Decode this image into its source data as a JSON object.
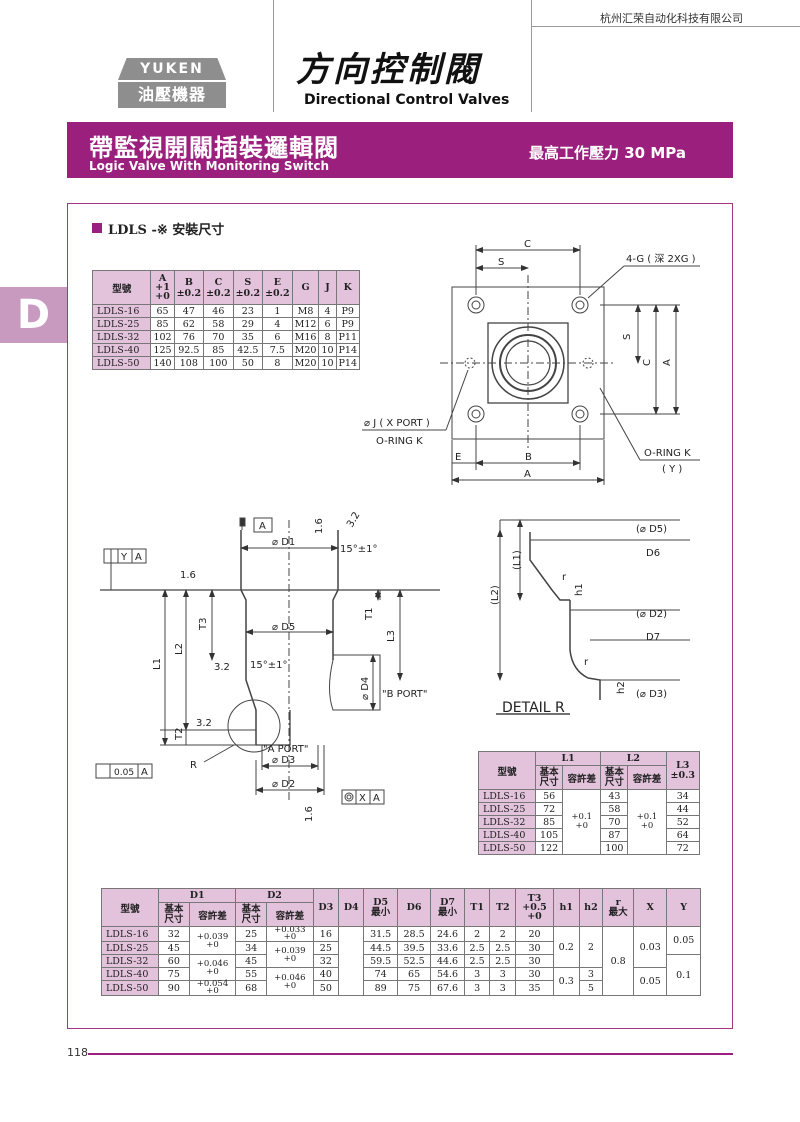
{
  "header": {
    "company": "杭州汇荣自动化科技有限公司",
    "logo_top": "YUKEN",
    "logo_bottom": "油壓機器",
    "title_cn": "方向控制閥",
    "title_en": "Directional Control Valves"
  },
  "banner": {
    "title_cn": "帶監視開關插裝邏輯閥",
    "title_en": "Logic Valve With Monitoring Switch",
    "pressure": "最高工作壓力  30 MPa"
  },
  "side_tab": "D",
  "section": {
    "title": "LDLS -※  安裝尺寸"
  },
  "table1": {
    "headers": [
      "型號",
      "A\n+1\n+0",
      "B\n±0.2",
      "C\n±0.2",
      "S\n±0.2",
      "E\n±0.2",
      "G",
      "J",
      "K"
    ],
    "rows": [
      [
        "LDLS-16",
        "65",
        "47",
        "46",
        "23",
        "1",
        "M8",
        "4",
        "P9"
      ],
      [
        "LDLS-25",
        "85",
        "62",
        "58",
        "29",
        "4",
        "M12",
        "6",
        "P9"
      ],
      [
        "LDLS-32",
        "102",
        "76",
        "70",
        "35",
        "6",
        "M16",
        "8",
        "P11"
      ],
      [
        "LDLS-40",
        "125",
        "92.5",
        "85",
        "42.5",
        "7.5",
        "M20",
        "10",
        "P14"
      ],
      [
        "LDLS-50",
        "140",
        "108",
        "100",
        "50",
        "8",
        "M20",
        "10",
        "P14"
      ]
    ]
  },
  "table2": {
    "h_model": "型號",
    "h_l1": "L1",
    "h_l2": "L2",
    "h_l3": "L3\n±0.3",
    "h_base": "基本\n尺寸",
    "h_tol": "容許差",
    "tol_l1": "+0.1\n+0",
    "tol_l2": "+0.1\n+0",
    "rows": [
      [
        "LDLS-16",
        "56",
        "43",
        "34"
      ],
      [
        "LDLS-25",
        "72",
        "58",
        "44"
      ],
      [
        "LDLS-32",
        "85",
        "70",
        "52"
      ],
      [
        "LDLS-40",
        "105",
        "87",
        "64"
      ],
      [
        "LDLS-50",
        "122",
        "100",
        "72"
      ]
    ]
  },
  "table3": {
    "headers": {
      "model": "型號",
      "d1": "D1",
      "d2": "D2",
      "base": "基本\n尺寸",
      "tol": "容許差",
      "d3": "D3",
      "d4": "D4",
      "d5": "D5\n最小",
      "d6": "D6",
      "d7": "D7\n最小",
      "t1": "T1",
      "t2": "T2",
      "t3": "T3\n+0.5\n+0",
      "h1": "h1",
      "h2": "h2",
      "r": "r\n最大",
      "x": "X",
      "y": "Y"
    },
    "models": [
      "LDLS-16",
      "LDLS-25",
      "LDLS-32",
      "LDLS-40",
      "LDLS-50"
    ],
    "d1": [
      "32",
      "45",
      "60",
      "75",
      "90"
    ],
    "d1_tol": [
      "+0.039\n+0",
      "+0.046\n+0",
      "+0.054\n+0"
    ],
    "d2": [
      "25",
      "34",
      "45",
      "55",
      "68"
    ],
    "d2_tol": [
      "+0.033\n+0",
      "+0.039\n+0",
      "+0.046\n+0"
    ],
    "d3": [
      "16",
      "25",
      "32",
      "40",
      "50"
    ],
    "d5": [
      "31.5",
      "44.5",
      "59.5",
      "74",
      "89"
    ],
    "d6": [
      "28.5",
      "39.5",
      "52.5",
      "65",
      "75"
    ],
    "d7": [
      "24.6",
      "33.6",
      "44.6",
      "54.6",
      "67.6"
    ],
    "t1": [
      "2",
      "2.5",
      "2.5",
      "3",
      "3"
    ],
    "t2": [
      "2",
      "2.5",
      "2.5",
      "3",
      "3"
    ],
    "t3": [
      "20",
      "30",
      "30",
      "30",
      "35"
    ],
    "h1": [
      "0.2",
      "0.3"
    ],
    "h2": [
      "2",
      "3",
      "5"
    ],
    "r": "0.8",
    "x": [
      "0.03",
      "0.05"
    ],
    "y": [
      "0.05",
      "0.1"
    ]
  },
  "drawing": {
    "top_labels": [
      "C",
      "S",
      "4-G ( 深 2XG )",
      "S",
      "C",
      "A",
      "⌀ J ( X PORT )",
      "O-RING  K",
      "E",
      "B",
      "A",
      "O-RING  K",
      "( Y )"
    ],
    "section_labels": [
      "A",
      "⌀ D1",
      "1.6",
      "3.2",
      "15°±1°",
      "Y",
      "A",
      "1.6",
      "T3",
      "⌀ D5",
      "T1",
      "L3",
      "L1",
      "L2",
      "15°±1°",
      "3.2",
      "⌀ D4",
      "\"B PORT\"",
      "T2",
      "3.2",
      "\"A PORT\"",
      "R",
      "⌀ D3",
      "0.05",
      "A",
      "⌀ D2",
      "X",
      "A",
      "1.6"
    ],
    "detail_labels": [
      "(⌀ D5)",
      "D6",
      "(L1)",
      "(L2)",
      "r",
      "h1",
      "(⌀ D2)",
      "D7",
      "r",
      "h2",
      "(⌀ D3)",
      "DETAIL R"
    ]
  },
  "footer": {
    "page": "118"
  },
  "colors": {
    "brand": "#9b1f7d",
    "tab": "#c99ac0",
    "table_header": "#e3c3dc"
  }
}
